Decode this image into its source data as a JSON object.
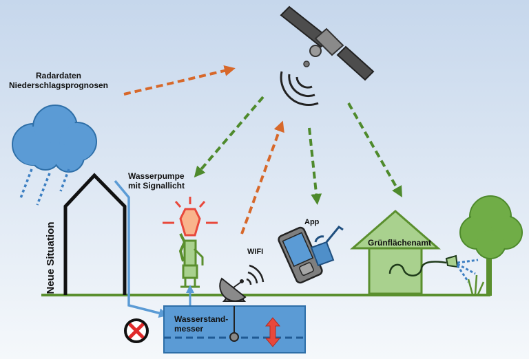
{
  "labels": {
    "radar_line1": "Radardaten",
    "radar_line2": "Niederschlagsprognosen",
    "pump_line1": "Wasserpumpe",
    "pump_line2": "mit Signallicht",
    "wifi": "WIFI",
    "app": "App",
    "gruenflaechenamt": "Grünflächenamt",
    "sensor_line1": "Wasserstand-",
    "sensor_line2": "messer",
    "situation": "Neue Situation"
  },
  "icons": [
    "satellite-icon",
    "cloud-icon",
    "house-icon",
    "pump-icon",
    "signal-light-icon",
    "wifi-dish-icon",
    "phone-icon",
    "watering-can-icon",
    "office-building-icon",
    "hose-icon",
    "tree-icon",
    "tank-icon",
    "level-arrow-icon",
    "closed-valve-icon"
  ],
  "colors": {
    "sky_top": "#c9d9ec",
    "sky_bottom": "#f4f7fb",
    "upload_arrow": "#d7682a",
    "download_arrow": "#4e8a2c",
    "ground": "#5a8f2e",
    "water": "#5b9bd5",
    "cloud": "#5b9bd5",
    "signal": "#e8483b"
  }
}
